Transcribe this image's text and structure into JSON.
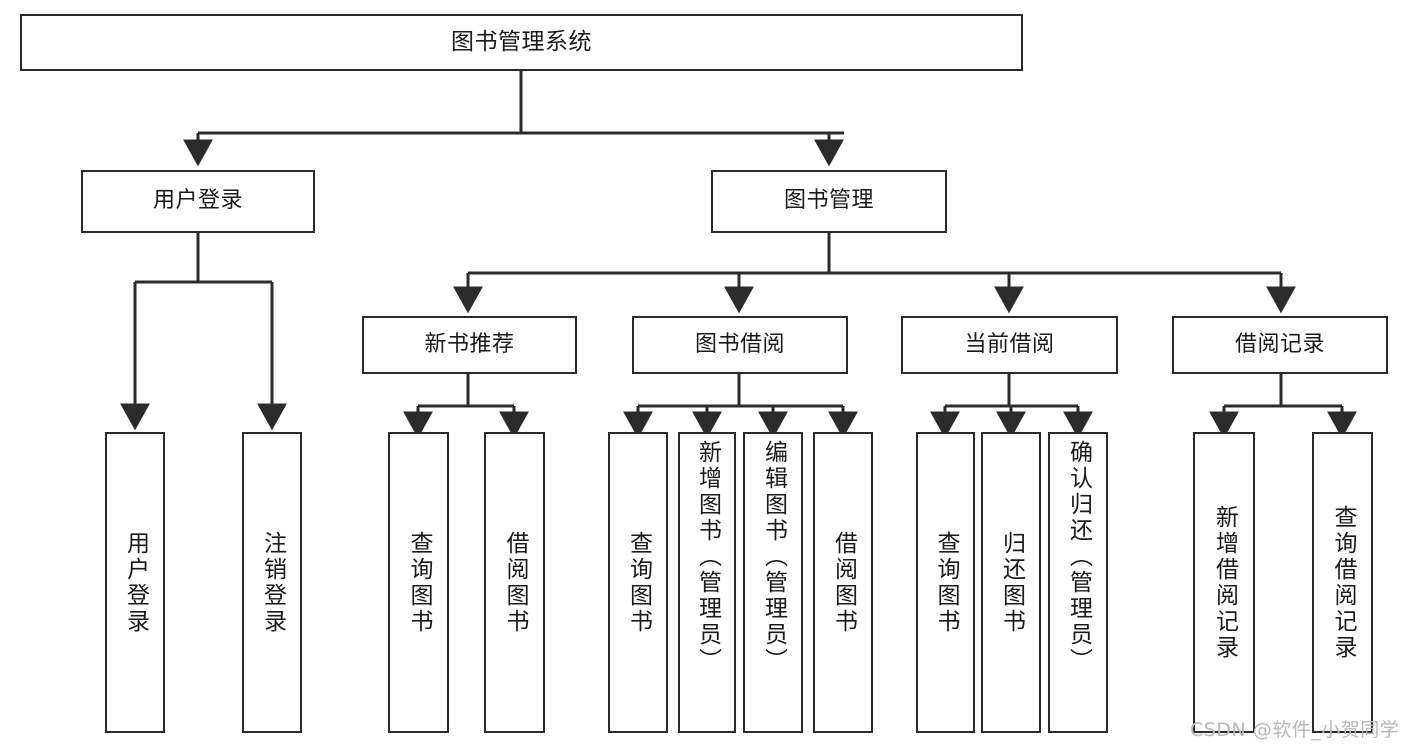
{
  "diagram": {
    "title": "图书管理系统",
    "type": "hierarchy-tree",
    "colors": {
      "box_border": "#2b2b2b",
      "box_fill": "#ffffff",
      "edge": "#2b2b2b",
      "text": "#1a1a1a",
      "watermark": "#b8b8b8",
      "background": "#ffffff"
    },
    "levels": {
      "level1": "图书管理系统",
      "level2": [
        "用户登录",
        "图书管理"
      ],
      "level3": [
        "新书推荐",
        "图书借阅",
        "当前借阅",
        "借阅记录"
      ]
    },
    "nodes": {
      "root": {
        "label": "图书管理系统"
      },
      "user_login": {
        "label": "用户登录"
      },
      "book_manage": {
        "label": "图书管理"
      },
      "new_book_rec": {
        "label": "新书推荐"
      },
      "book_borrow": {
        "label": "图书借阅"
      },
      "current_borrow": {
        "label": "当前借阅"
      },
      "borrow_record": {
        "label": "借阅记录"
      },
      "leaf_user_login": {
        "label": "用户登录"
      },
      "leaf_user_logout": {
        "label": "注销登录"
      },
      "leaf_rec_query": {
        "label": "查询图书"
      },
      "leaf_rec_borrow": {
        "label": "借阅图书"
      },
      "leaf_borrow_query": {
        "label": "查询图书"
      },
      "leaf_borrow_add": {
        "label": "新增图书（管理员）"
      },
      "leaf_borrow_edit": {
        "label": "编辑图书（管理员）"
      },
      "leaf_borrow_lend": {
        "label": "借阅图书"
      },
      "leaf_cur_query": {
        "label": "查询图书"
      },
      "leaf_cur_return": {
        "label": "归还图书"
      },
      "leaf_cur_confirm": {
        "label": "确认归还（管理员）"
      },
      "leaf_rec_add": {
        "label": "新增借阅记录"
      },
      "leaf_rec_search": {
        "label": "查询借阅记录"
      }
    },
    "watermark": "CSDN @软件_小贺同学"
  }
}
